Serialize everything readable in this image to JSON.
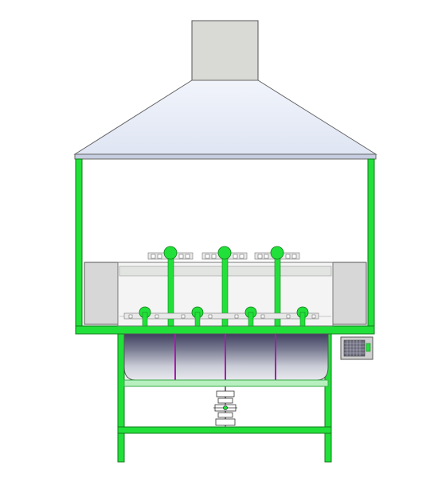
{
  "drawing": {
    "type": "technical-cad-front-elevation",
    "colors": {
      "frame": "#22e03a",
      "frame_dark": "#119a22",
      "frame_light": "#8cf59a",
      "outline": "#2b2b2b",
      "chimney": "#d9d9d6",
      "hood": "#e6ebf6",
      "hood_edge": "#b9c1d8",
      "side_panel": "#d7d7d7",
      "glass": "#f2f4f2",
      "trough_dark": "#4a4a66",
      "trough_light": "#d5d7df",
      "trough_divider": "#a31ea8",
      "tray": "#b7f0be",
      "control_box": "#cfcfcf",
      "control_grid": "#5a5a6a"
    },
    "components": [
      "chimney",
      "hood",
      "frame",
      "side-panel-left",
      "side-panel-right",
      "upper-spray-heads",
      "lower-spray-heads",
      "trough",
      "drip-tray",
      "control-box",
      "pump-assembly"
    ]
  }
}
